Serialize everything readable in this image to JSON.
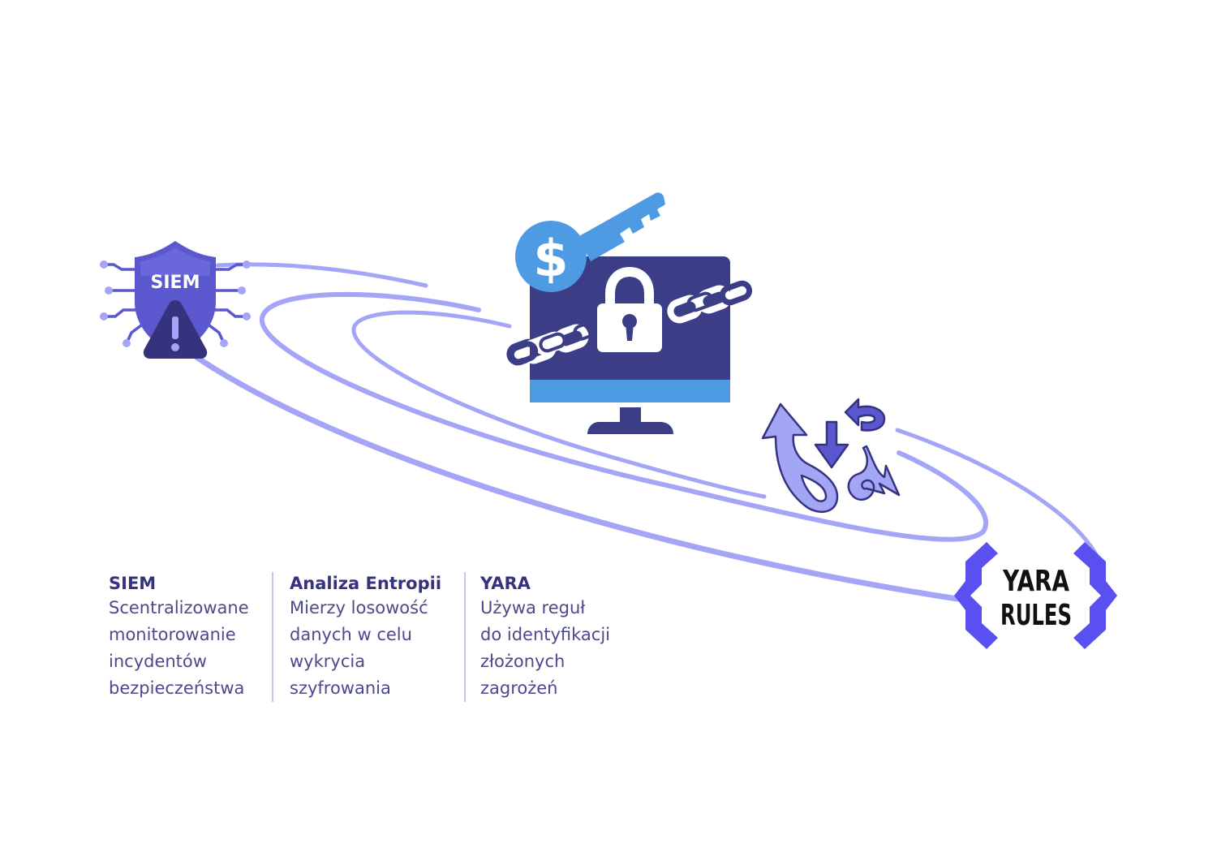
{
  "icons": {
    "siem": {
      "label": "SIEM",
      "icon": "shield-warning-icon"
    },
    "ransomware": {
      "icon": "locked-monitor-key-icon",
      "key_symbol": "$"
    },
    "entropy": {
      "icon": "random-arrows-icon"
    },
    "yara": {
      "line1": "YARA",
      "line2": "RULES",
      "icon": "curly-braces-icon"
    }
  },
  "legend": [
    {
      "title": "SIEM",
      "description": "Scentralizowane\nmonitorowanie\nincydentów\nbezpieczeństwa"
    },
    {
      "title": "Analiza Entropii",
      "description": "Mierzy losowość\ndanych w celu\nwykrycia\nszyfrowania"
    },
    {
      "title": "YARA",
      "description": "Używa reguł\ndo identyfikacji\nzłożonych\nzagrożeń"
    }
  ],
  "colors": {
    "dark_indigo": "#3b3d86",
    "light_blue": "#4f9be3",
    "orbit_purple": "#a4a5f7",
    "shield_purple": "#5a57cf",
    "brace_purple": "#5a4ff0",
    "arrow_light": "#a3a5f5",
    "divider": "#c6c3ef"
  }
}
